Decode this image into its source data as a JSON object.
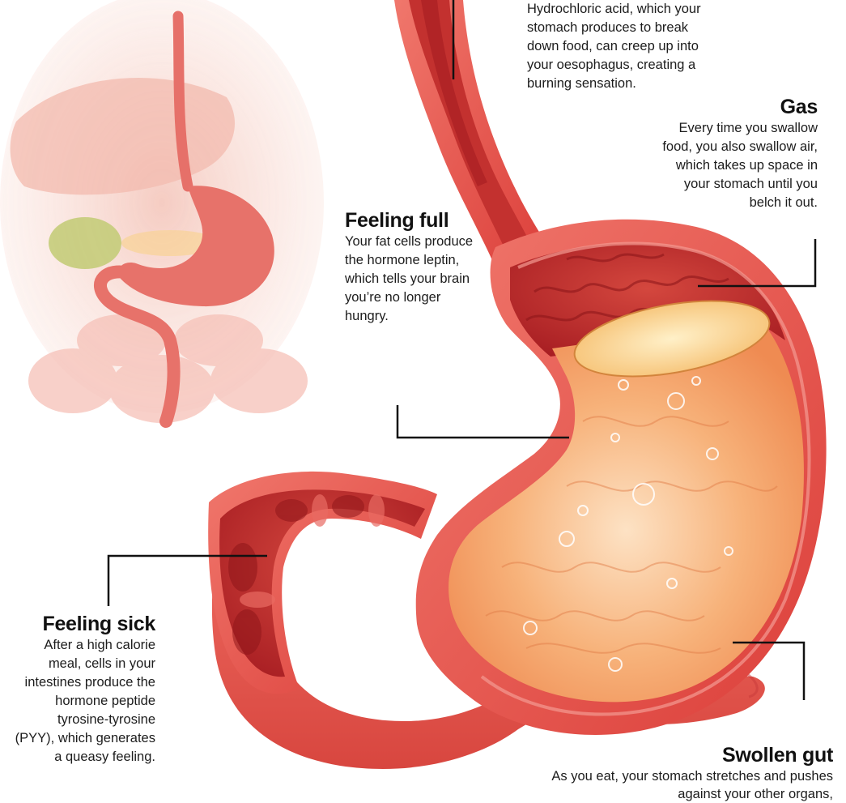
{
  "labels": {
    "acid_reflux": {
      "title": "",
      "text": "Hydrochloric acid, which your stomach produces to break down food, can creep up into your oesophagus, creating a burning sensation."
    },
    "gas": {
      "title": "Gas",
      "text": "Every time you swallow food, you also swallow air, which takes up space in your stomach until you belch it out."
    },
    "feeling_full": {
      "title": "Feeling full",
      "text": "Your fat cells produce the hormone leptin, which tells your brain you’re no longer hungry."
    },
    "feeling_sick": {
      "title": "Feeling sick",
      "text": "After a high calorie meal, cells in your intestines produce the hormone peptide tyrosine-tyrosine (PYY), which generates a queasy feeling."
    },
    "swollen_gut": {
      "title": "Swollen gut",
      "text": "As you eat, your stomach stretches and pushes against your other organs,"
    }
  },
  "colors": {
    "stomach_wall": "#e8574f",
    "stomach_inner": "#c1272a",
    "contents": "#f6a768",
    "leader_line": "#111111"
  }
}
